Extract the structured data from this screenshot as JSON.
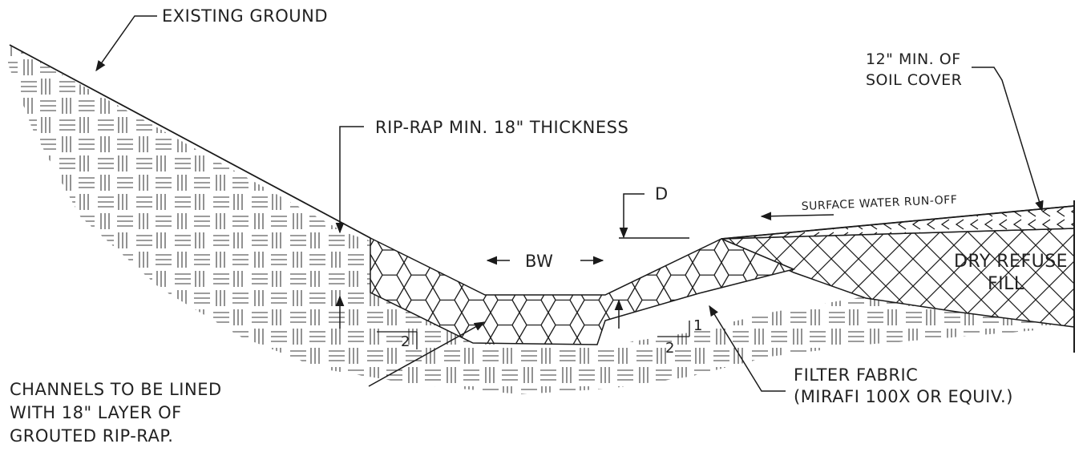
{
  "labels": {
    "existing_ground": "EXISTING GROUND",
    "rip_rap_thickness": "RIP-RAP MIN. 18\" THICKNESS",
    "soil_cover_line1": "12\" MIN. OF",
    "soil_cover_line2": "SOIL COVER",
    "surface_water": "SURFACE WATER RUN-OFF",
    "depth": "D",
    "bottom_width": "BW",
    "dry_refuse_line1": "DRY REFUSE",
    "dry_refuse_line2": "FILL",
    "filter_fabric_line1": "FILTER FABRIC",
    "filter_fabric_line2": "(MIRAFI 100X OR EQUIV.)",
    "channels_line1": "CHANNELS TO BE LINED",
    "channels_line2": "WITH 18\" LAYER OF",
    "channels_line3": "GROUTED RIP-RAP.",
    "slope_left_h": "2",
    "slope_right_h": "2",
    "slope_right_v": "1"
  }
}
